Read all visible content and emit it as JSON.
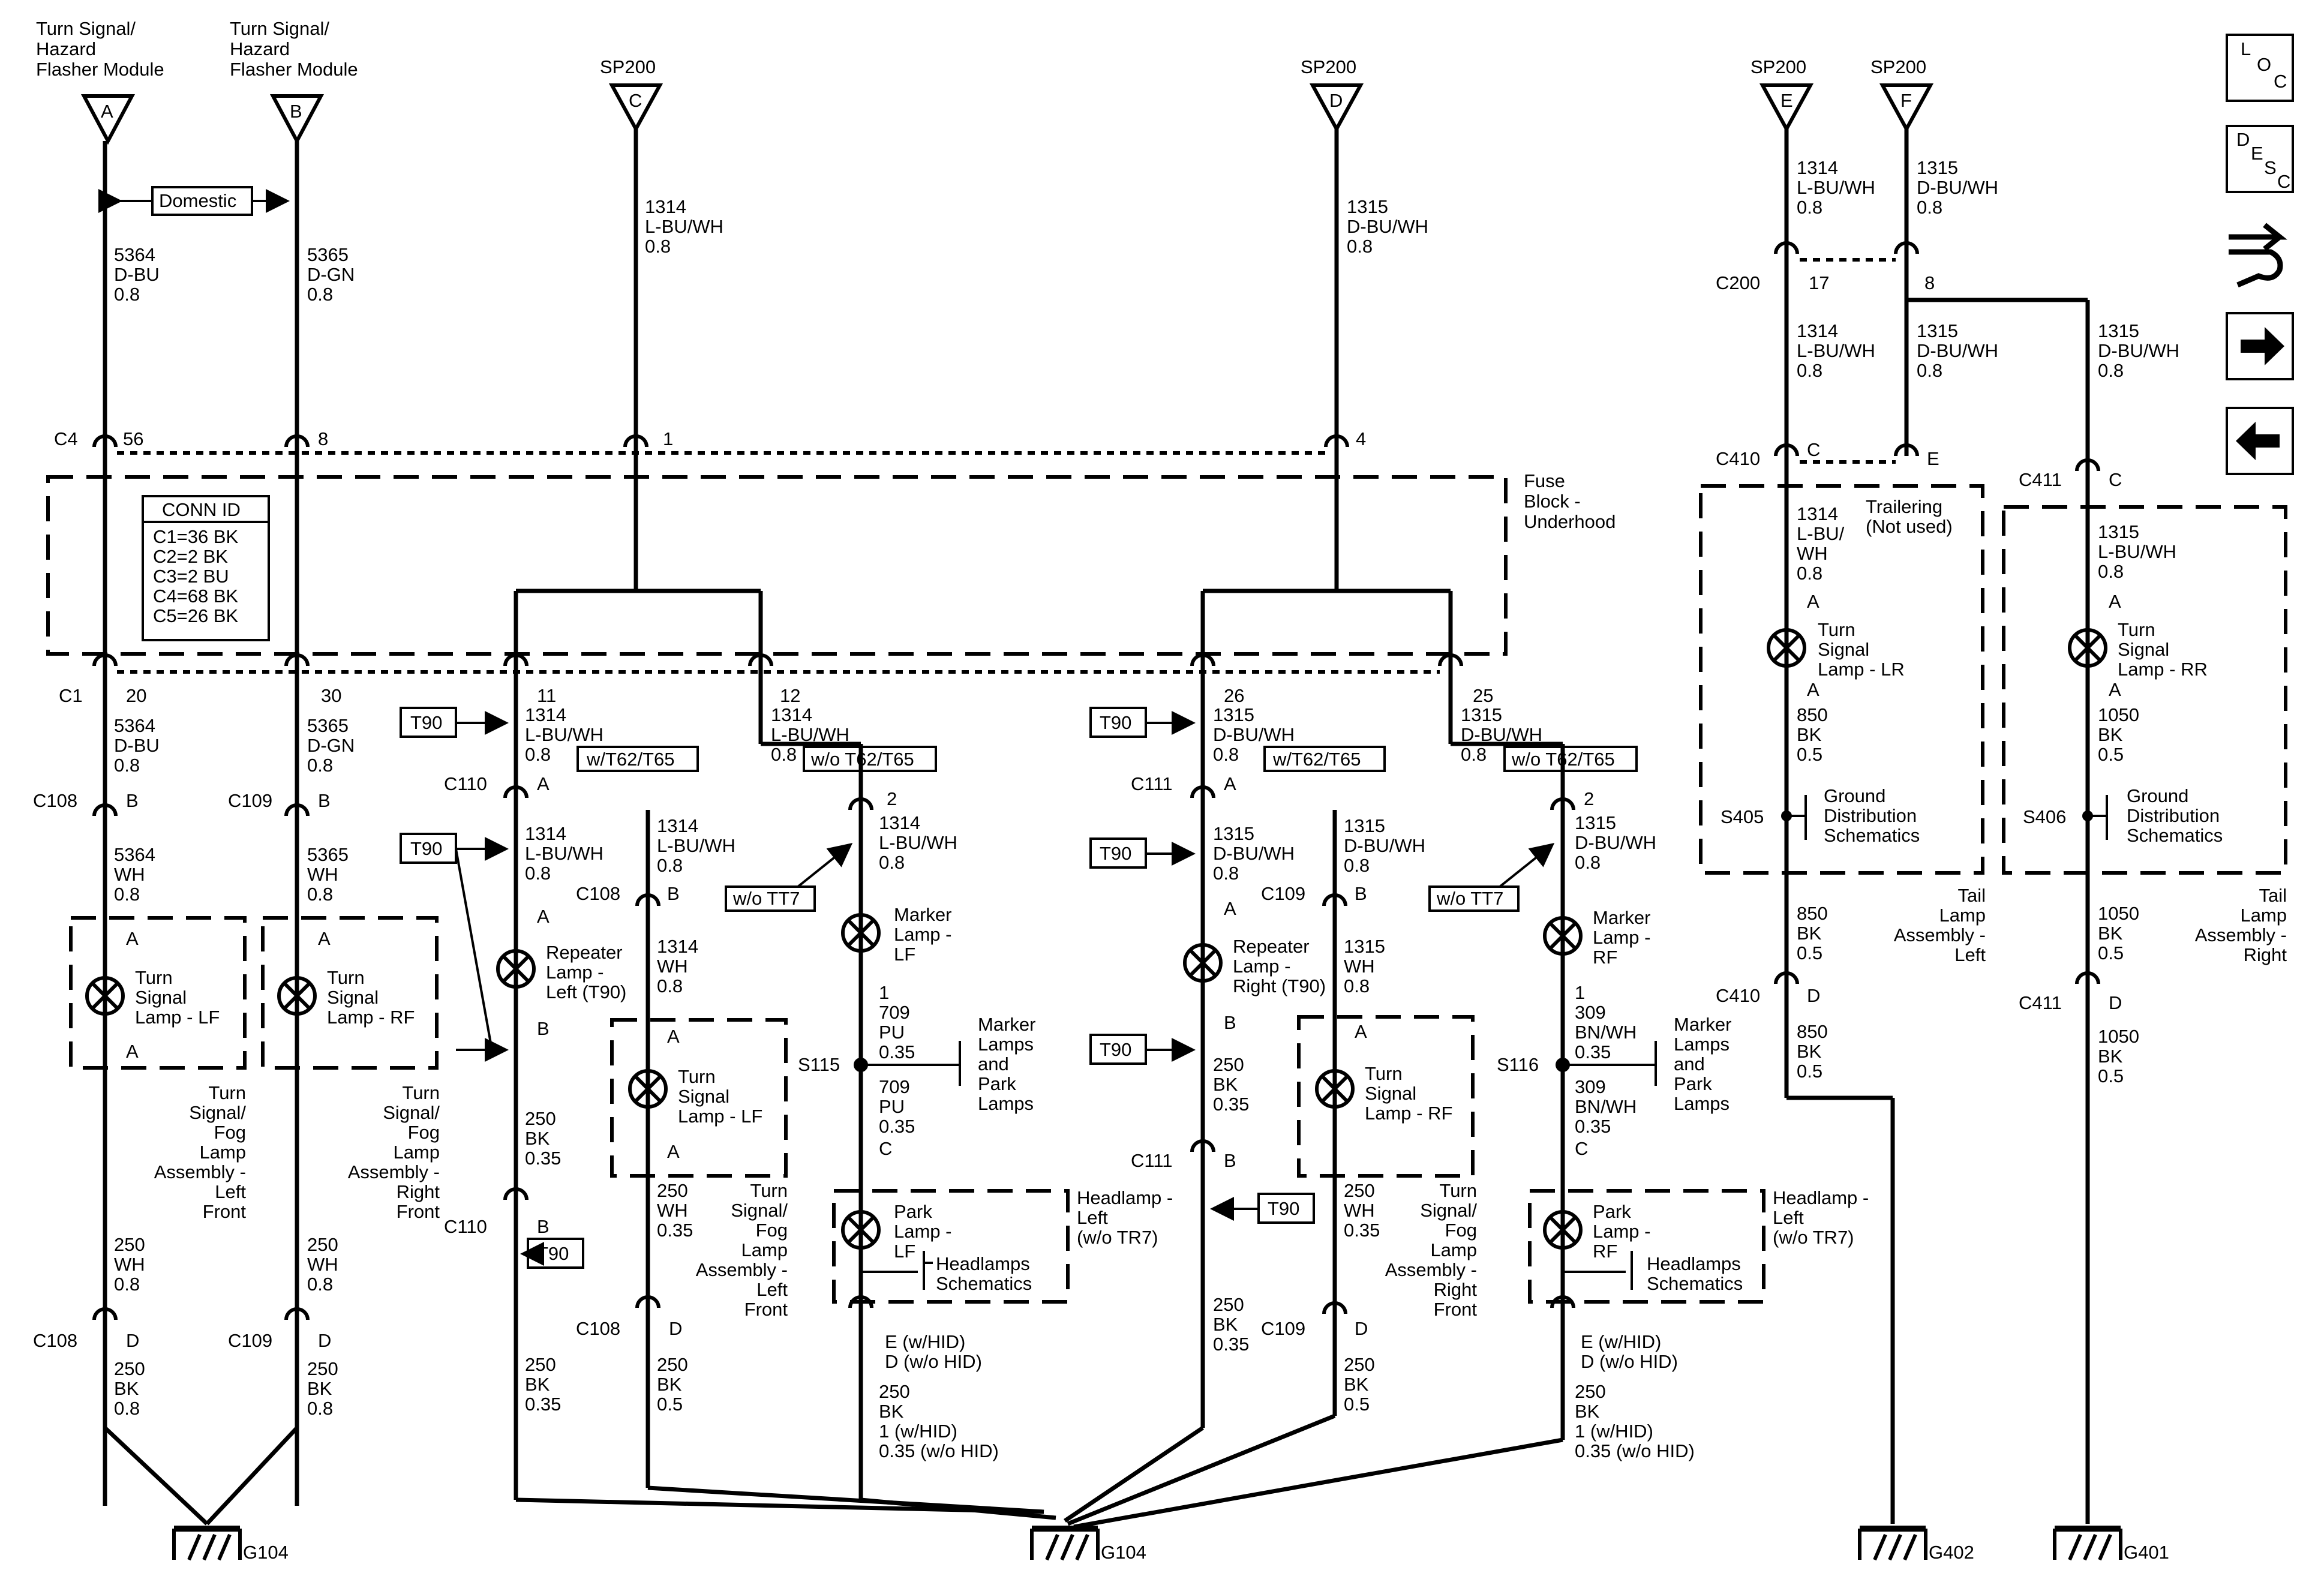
{
  "title_labels": {
    "flasher_a": [
      "Turn Signal/",
      "Hazard",
      "Flasher Module"
    ],
    "flasher_b": [
      "Turn Signal/",
      "Hazard",
      "Flasher Module"
    ],
    "sp200": "SP200"
  },
  "terminals": {
    "a": "A",
    "b": "B",
    "c": "C",
    "d": "D",
    "e": "E",
    "f": "F"
  },
  "domestic": "Domestic",
  "wires": {
    "w5364_dbu": [
      "5364",
      "D-BU",
      "0.8"
    ],
    "w5365_dgn": [
      "5365",
      "D-GN",
      "0.8"
    ],
    "w1314_lbuwh": [
      "1314",
      "L-BU/WH",
      "0.8"
    ],
    "w1315_dbuwh": [
      "1315",
      "D-BU/WH",
      "0.8"
    ],
    "w5364_wh": [
      "5364",
      "WH",
      "0.8"
    ],
    "w5365_wh": [
      "5365",
      "WH",
      "0.8"
    ],
    "w250_wh_08": [
      "250",
      "WH",
      "0.8"
    ],
    "w250_bk_08": [
      "250",
      "BK",
      "0.8"
    ],
    "w250_bk_035": [
      "250",
      "BK",
      "0.35"
    ],
    "w250_bk_05": [
      "250",
      "BK",
      "0.5"
    ],
    "w250_wh_035": [
      "250",
      "WH",
      "0.35"
    ],
    "w1314_wh": [
      "1314",
      "WH",
      "0.8"
    ],
    "w1315_wh": [
      "1315",
      "WH",
      "0.8"
    ],
    "w709_pu": [
      "709",
      "PU",
      "0.35"
    ],
    "w309_bnwh": [
      "309",
      "BN/WH",
      "0.35"
    ],
    "w1314_lbuwh_split": [
      "1314",
      "L-BU/",
      "WH",
      "0.8"
    ],
    "w850_bk": [
      "850",
      "BK",
      "0.5"
    ],
    "w1050_bk": [
      "1050",
      "BK",
      "0.5"
    ],
    "w250_bk_hid": [
      "250",
      "BK",
      "1 (w/HID)",
      "0.35 (w/o HID)"
    ],
    "hid_pin": [
      "E (w/HID)",
      "D (w/o HID)"
    ]
  },
  "connectors": {
    "c4": "C4",
    "c1": "C1",
    "c108": "C108",
    "c109": "C109",
    "c110": "C110",
    "c111": "C111",
    "c200": "C200",
    "c410": "C410",
    "c411": "C411",
    "pins": {
      "p56": "56",
      "p8": "8",
      "p1": "1",
      "p4": "4",
      "p20": "20",
      "p30": "30",
      "p11": "11",
      "p12": "12",
      "p26": "26",
      "p25": "25",
      "p17": "17",
      "p2": "2"
    }
  },
  "splices": {
    "s115": "S115",
    "s116": "S116",
    "s405": "S405",
    "s406": "S406"
  },
  "grounds": {
    "g104": "G104",
    "g402": "G402",
    "g401": "G401"
  },
  "fuse_block": [
    "Fuse",
    "Block -",
    "Underhood"
  ],
  "conn_id": {
    "title": "CONN ID",
    "rows": [
      "C1=36 BK",
      "C2=2 BK",
      "C3=2 BU",
      "C4=68 BK",
      "C5=26 BK"
    ]
  },
  "options": {
    "t90": "T90",
    "w_t62_t65": "w/T62/T65",
    "wo_t62_t65": "w/o T62/T65",
    "wo_tt7": "w/o TT7"
  },
  "components": {
    "turn_lf": [
      "Turn",
      "Signal",
      "Lamp - LF"
    ],
    "turn_rf": [
      "Turn",
      "Signal",
      "Lamp - RF"
    ],
    "repeater_left": [
      "Repeater",
      "Lamp -",
      "Left (T90)"
    ],
    "repeater_right": [
      "Repeater",
      "Lamp -",
      "Right (T90)"
    ],
    "marker_lf": [
      "Marker",
      "Lamp -",
      "LF"
    ],
    "marker_rf": [
      "Marker",
      "Lamp -",
      "RF"
    ],
    "park_lf": [
      "Park",
      "Lamp -",
      "LF"
    ],
    "park_rf": [
      "Park",
      "Lamp -",
      "RF"
    ],
    "turn_lr": [
      "Turn",
      "Signal",
      "Lamp - LR"
    ],
    "turn_rr": [
      "Turn",
      "Signal",
      "Lamp - RR"
    ]
  },
  "assemblies": {
    "fog_left_front": [
      "Turn",
      "Signal/",
      "Fog",
      "Lamp",
      "Assembly -",
      "Left",
      "Front"
    ],
    "fog_right_front": [
      "Turn",
      "Signal/",
      "Fog",
      "Lamp",
      "Assembly -",
      "Right",
      "Front"
    ],
    "headlamp_left": [
      "Headlamp -",
      "Left",
      "(w/o TR7)"
    ],
    "headlamps_schematics": [
      "Headlamps",
      "Schematics"
    ],
    "marker_park": [
      "Marker",
      "Lamps",
      "and",
      "Park",
      "Lamps"
    ],
    "trailering": [
      "Trailering",
      "(Not used)"
    ],
    "ground_dist": [
      "Ground",
      "Distribution",
      "Schematics"
    ],
    "tail_left": [
      "Tail",
      "Lamp",
      "Assembly -",
      "Left"
    ],
    "tail_right": [
      "Tail",
      "Lamp",
      "Assembly -",
      "Right"
    ]
  },
  "nav_icons": {
    "loc": [
      "L",
      "O",
      "C"
    ],
    "desc": [
      "D",
      "E",
      "S",
      "C"
    ],
    "items": [
      "loc-icon",
      "desc-icon",
      "connector-tool-icon",
      "next-page-arrow-icon",
      "previous-page-arrow-icon"
    ]
  }
}
